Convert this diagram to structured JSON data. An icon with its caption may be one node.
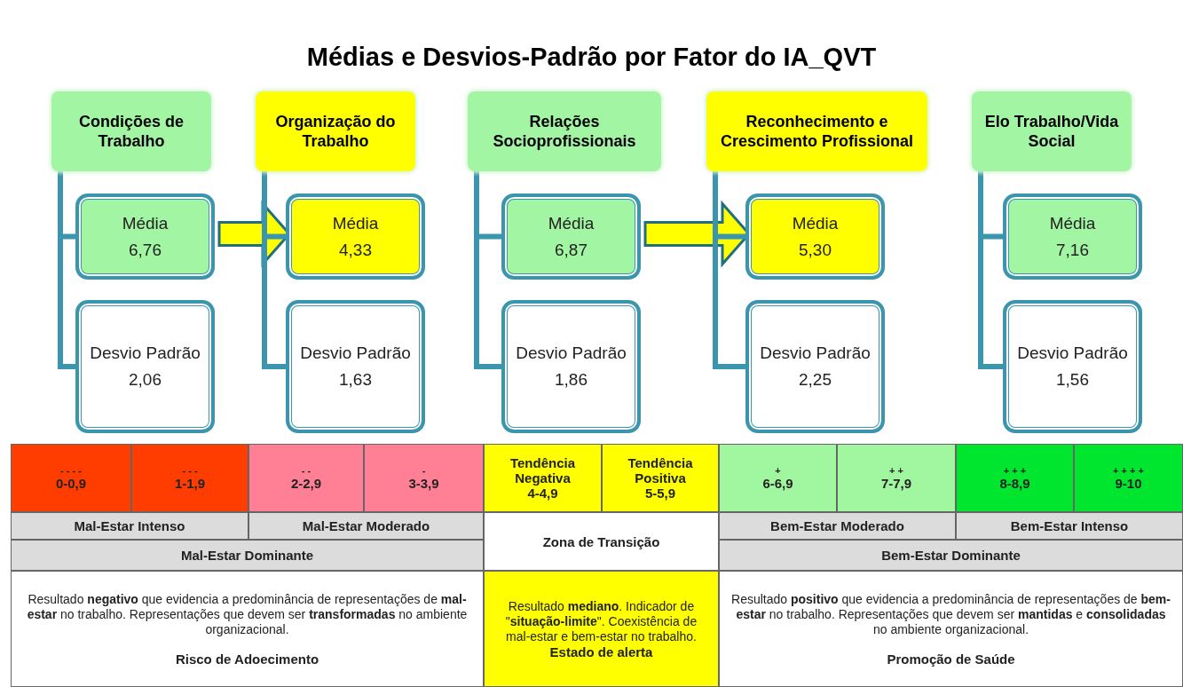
{
  "diagram": {
    "title": "Médias e Desvios-Padrão por Fator do IA_QVT",
    "nodes": [
      {
        "text": [
          "Condições de Trabalho"
        ]
      },
      {
        "text": [
          "Média",
          "6,76"
        ]
      },
      {
        "text": [
          "Desvio Padrão",
          "2,06"
        ]
      },
      {
        "text": [
          "Organização do Trabalho"
        ]
      },
      {
        "text": [
          "Média",
          "4,33"
        ]
      },
      {
        "text": [
          "Desvio Padrão",
          "1,63"
        ]
      },
      {
        "text": [
          "Relações Socioprofissionais"
        ]
      },
      {
        "text": [
          "Média",
          "6,87"
        ]
      },
      {
        "text": [
          "Desvio Padrão",
          "1,86"
        ]
      },
      {
        "text": [
          "Reconhecimento e Crescimento Profissional"
        ]
      },
      {
        "text": [
          "Média",
          "5,30"
        ]
      },
      {
        "text": [
          "Desvio Padrão",
          "2,25"
        ]
      },
      {
        "text": [
          "Elo Trabalho/Vida Social"
        ]
      },
      {
        "text": [
          "Média",
          "7,16"
        ]
      },
      {
        "text": [
          "Desvio Padrão",
          "1,56"
        ]
      }
    ],
    "edges": [
      {
        "from": 0,
        "to": 1,
        "arrow": "none"
      },
      {
        "from": 0,
        "to": 2,
        "arrow": "none"
      },
      {
        "from": 3,
        "to": 4,
        "arrow": "none"
      },
      {
        "from": 3,
        "to": 5,
        "arrow": "none"
      },
      {
        "from": 6,
        "to": 7,
        "arrow": "none"
      },
      {
        "from": 6,
        "to": 8,
        "arrow": "none"
      },
      {
        "from": 9,
        "to": 10,
        "arrow": "none"
      },
      {
        "from": 9,
        "to": 11,
        "arrow": "none"
      },
      {
        "from": 12,
        "to": 13,
        "arrow": "none"
      },
      {
        "from": 12,
        "to": 14,
        "arrow": "none"
      },
      {
        "from": 1,
        "to": 4,
        "arrow": "to",
        "style": "thick",
        "color": "#ffff00"
      },
      {
        "from": 7,
        "to": 10,
        "arrow": "to",
        "style": "thick",
        "color": "#ffff00"
      }
    ],
    "labels": [
      "- - - -",
      "0-0,9",
      "- - -",
      "1-1,9",
      "- -",
      "2-2,9",
      "-",
      "3-3,9",
      "Tendência Negativa",
      "4-4,9",
      "Tendência Positiva",
      "5-5,9",
      "+",
      "6-6,9",
      "+ +",
      "7-7,9",
      "+ + +",
      "8-8,9",
      "+ + + +",
      "9-10",
      "Mal-Estar Intenso",
      "Mal-Estar Moderado",
      "Zona de Transição",
      "Bem-Estar Moderado",
      "Bem-Estar Intenso",
      "Mal-Estar Dominante",
      "Bem-Estar Dominante",
      "Resultado **negativo** que evidencia a predominância de representações de **mal-estar** no trabalho. Representações que devem ser **transformadas** no ambiente organizacional.",
      "Risco de Adoecimento",
      "Resultado **mediano**. Indicador de \"**situação-limite**\". Coexistência de mal-estar e bem-estar no trabalho.",
      "Estado de alerta",
      "Resultado **positivo** que evidencia a predominância de representações de **bem-estar** no trabalho. Representações que devem ser **mantidas** e **consolidadas** no ambiente organizacional.",
      "Promoção de Saúde"
    ]
  }
}
